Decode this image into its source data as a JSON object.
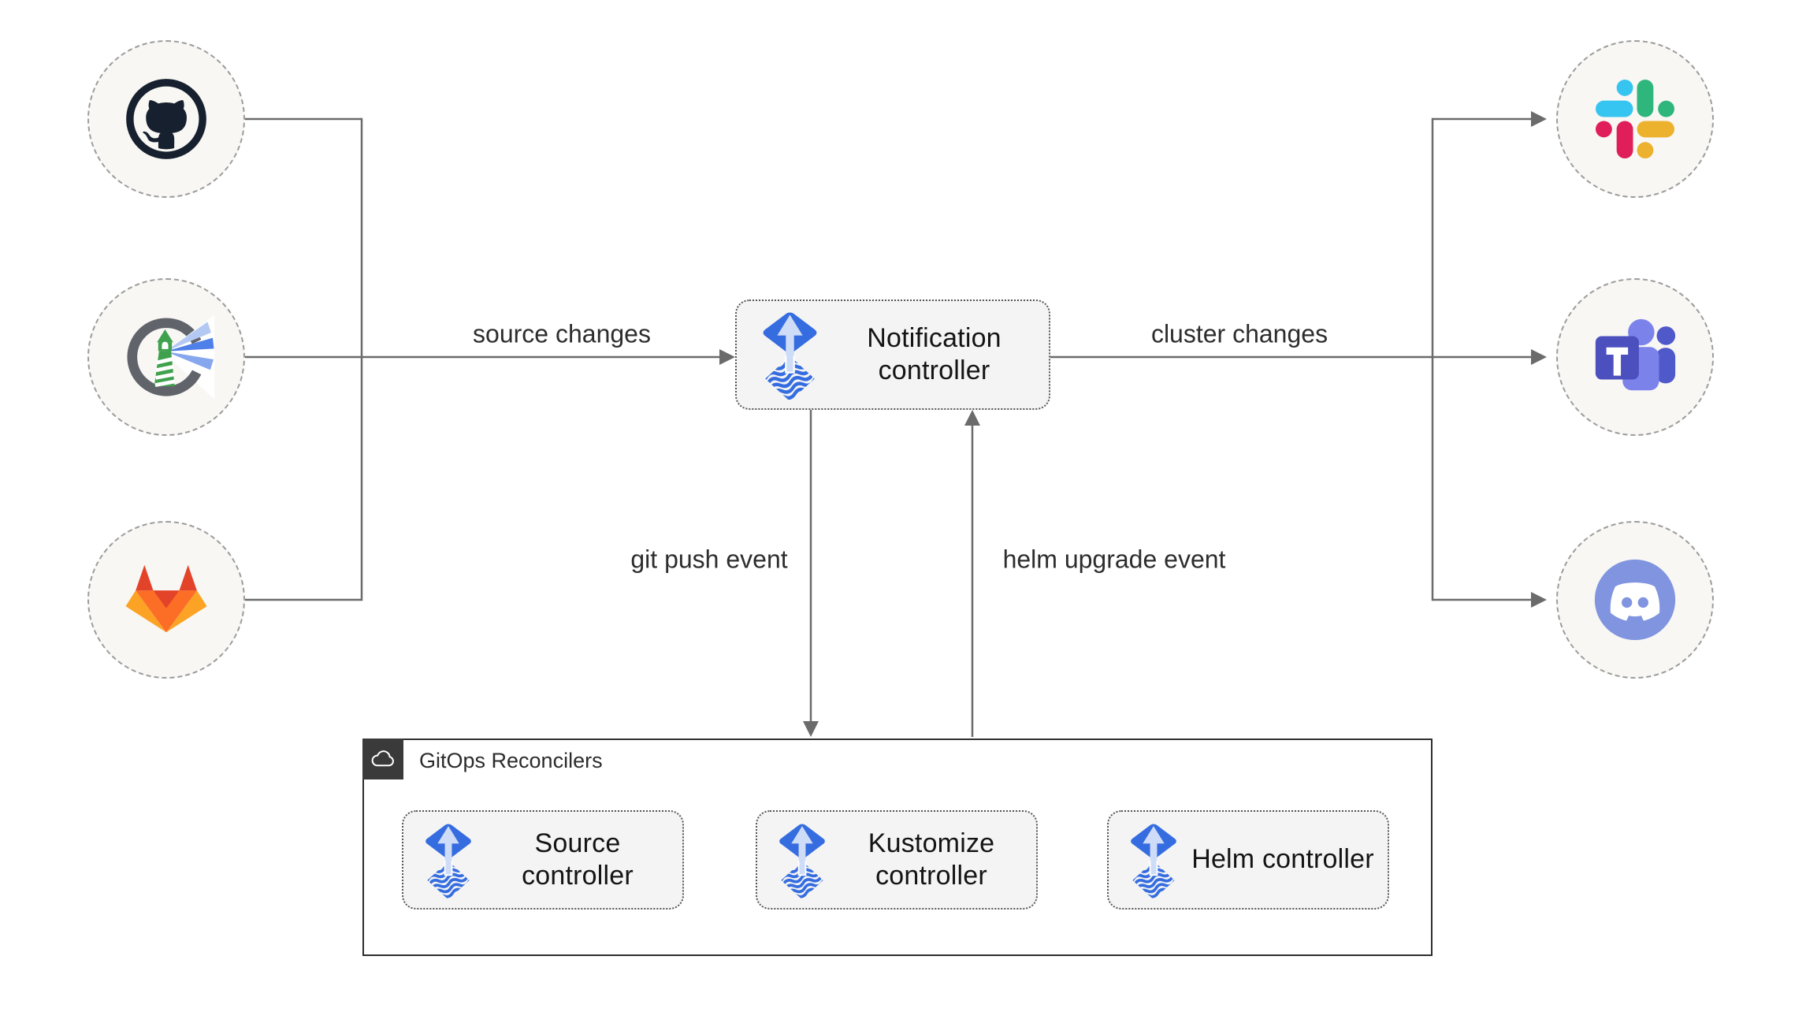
{
  "diagram": {
    "group": {
      "label": "GitOps Reconcilers",
      "icon": "cloud-icon"
    },
    "notification": {
      "label": "Notification controller",
      "icon": "flux-icon"
    },
    "reconcilers": [
      {
        "label": "Source controller",
        "icon": "flux-icon"
      },
      {
        "label": "Kustomize controller",
        "icon": "flux-icon"
      },
      {
        "label": "Helm controller",
        "icon": "flux-icon"
      }
    ],
    "sources": [
      {
        "icon": "github-icon"
      },
      {
        "icon": "harbor-icon"
      },
      {
        "icon": "gitlab-icon"
      }
    ],
    "targets": [
      {
        "icon": "slack-icon"
      },
      {
        "icon": "teams-icon"
      },
      {
        "icon": "discord-icon"
      }
    ],
    "edge_labels": {
      "source_changes": "source changes",
      "cluster_changes": "cluster changes",
      "git_push_event": "git push event",
      "helm_upgrade_event": "helm upgrade event"
    }
  },
  "colors": {
    "background": "#ffffff",
    "line_gray": "#6b6b6b",
    "node_fill": "#f4f4f4",
    "node_border": "#565656",
    "circle_fill": "#f8f7f4",
    "circle_border": "#9c9c9c",
    "group_border": "#2e2e2e",
    "group_badge_bg": "#3a3a3a",
    "flux_blue": "#356de0",
    "flux_arrow_light": "#cfdcf8",
    "github_dark": "#16202e",
    "harbor_gray": "#60636a",
    "harbor_green": "#3fa14e",
    "harbor_beam": "#4f7fe8",
    "gitlab_red": "#e24329",
    "gitlab_orange": "#fc6d26",
    "gitlab_yellow": "#fca326",
    "slack_blue": "#36C5F0",
    "slack_green": "#2EB67D",
    "slack_yellow": "#ECB22E",
    "slack_red": "#E01E5A",
    "teams_purple": "#4b50be",
    "teams_light_purple": "#7b83eb",
    "teams_mid_purple": "#5059c9",
    "discord_blurple": "#8094e0"
  }
}
